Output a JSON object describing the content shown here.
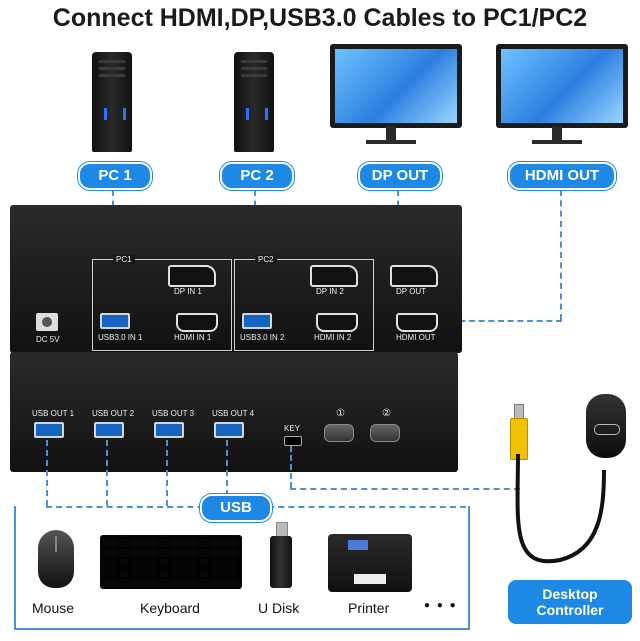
{
  "title": "Connect HDMI,DP,USB3.0 Cables to PC1/PC2",
  "labels": {
    "pc1": "PC 1",
    "pc2": "PC 2",
    "dp_out": "DP OUT",
    "hdmi_out": "HDMI OUT",
    "usb": "USB"
  },
  "switch_top": {
    "group_pc1": "PC1",
    "group_pc2": "PC2",
    "dp_in_1": "DP IN 1",
    "dp_in_2": "DP IN 2",
    "dp_out": "DP OUT",
    "usb_in_1": "USB3.0 IN 1",
    "usb_in_2": "USB3.0 IN 2",
    "hdmi_in_1": "HDMI IN 1",
    "hdmi_in_2": "HDMI IN 2",
    "hdmi_out": "HDMI OUT",
    "dc": "DC 5V"
  },
  "switch_bottom": {
    "usb_out_1": "USB OUT 1",
    "usb_out_2": "USB OUT 2",
    "usb_out_3": "USB OUT 3",
    "usb_out_4": "USB OUT 4",
    "key": "KEY",
    "btn1": "①",
    "btn2": "②"
  },
  "devices": {
    "mouse": "Mouse",
    "keyboard": "Keyboard",
    "udisk": "U Disk",
    "printer": "Printer",
    "more": "● ● ●"
  },
  "controller": {
    "label": "Desktop Controller"
  },
  "colors": {
    "accent": "#1e88e5",
    "dash": "#4a90d9"
  }
}
